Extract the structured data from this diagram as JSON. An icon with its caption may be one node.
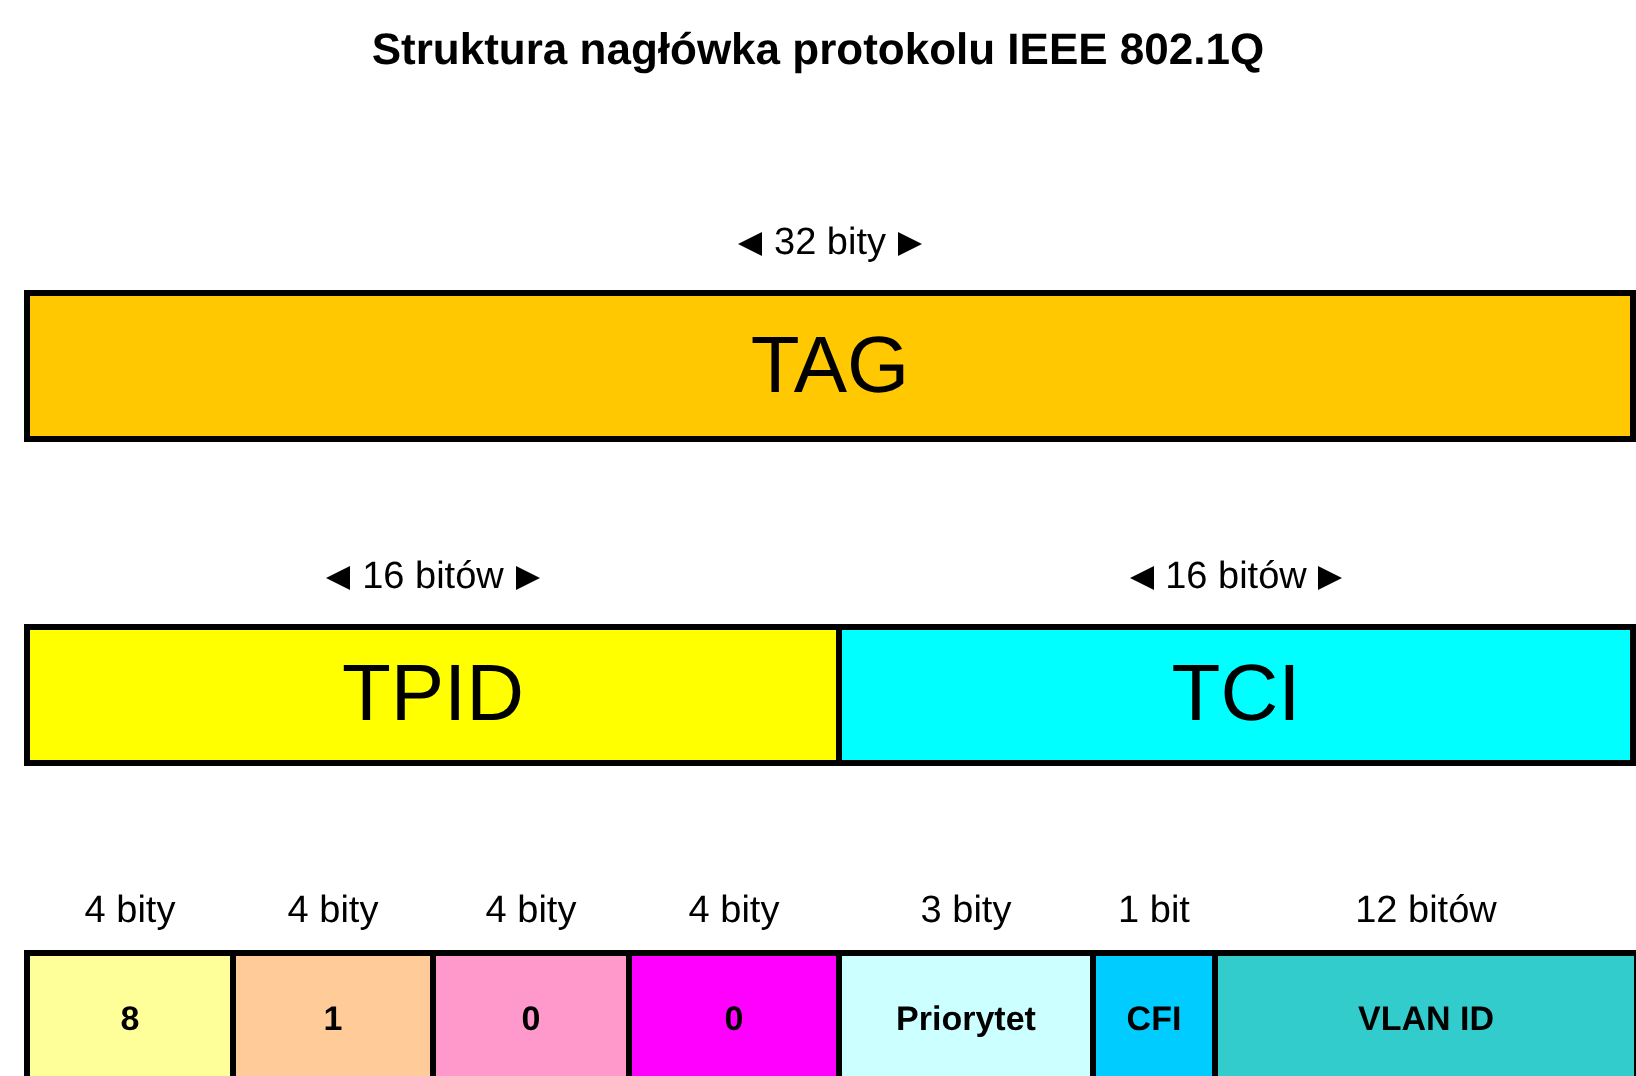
{
  "diagram": {
    "title": "Struktura nagłówka protokolu IEEE 802.1Q",
    "nodes": [
      {
        "text": [
          "TAG"
        ],
        "beside": [
          "32 bity"
        ]
      },
      {
        "text": [
          "TPID"
        ],
        "beside": [
          "16 bitów"
        ]
      },
      {
        "text": [
          "TCI"
        ],
        "beside": [
          "16 bitów"
        ]
      },
      {
        "text": [
          "8"
        ],
        "beside": [
          "4 bity"
        ]
      },
      {
        "text": [
          "1"
        ],
        "beside": [
          "4 bity"
        ]
      },
      {
        "text": [
          "0"
        ],
        "beside": [
          "4 bity"
        ]
      },
      {
        "text": [
          "0"
        ],
        "beside": [
          "4 bity"
        ]
      },
      {
        "text": [
          "Priorytet"
        ],
        "beside": [
          "3 bity"
        ]
      },
      {
        "text": [
          "CFI"
        ],
        "beside": [
          "1 bit"
        ]
      },
      {
        "text": [
          "VLAN ID"
        ],
        "beside": [
          "12 bitów"
        ]
      }
    ]
  }
}
